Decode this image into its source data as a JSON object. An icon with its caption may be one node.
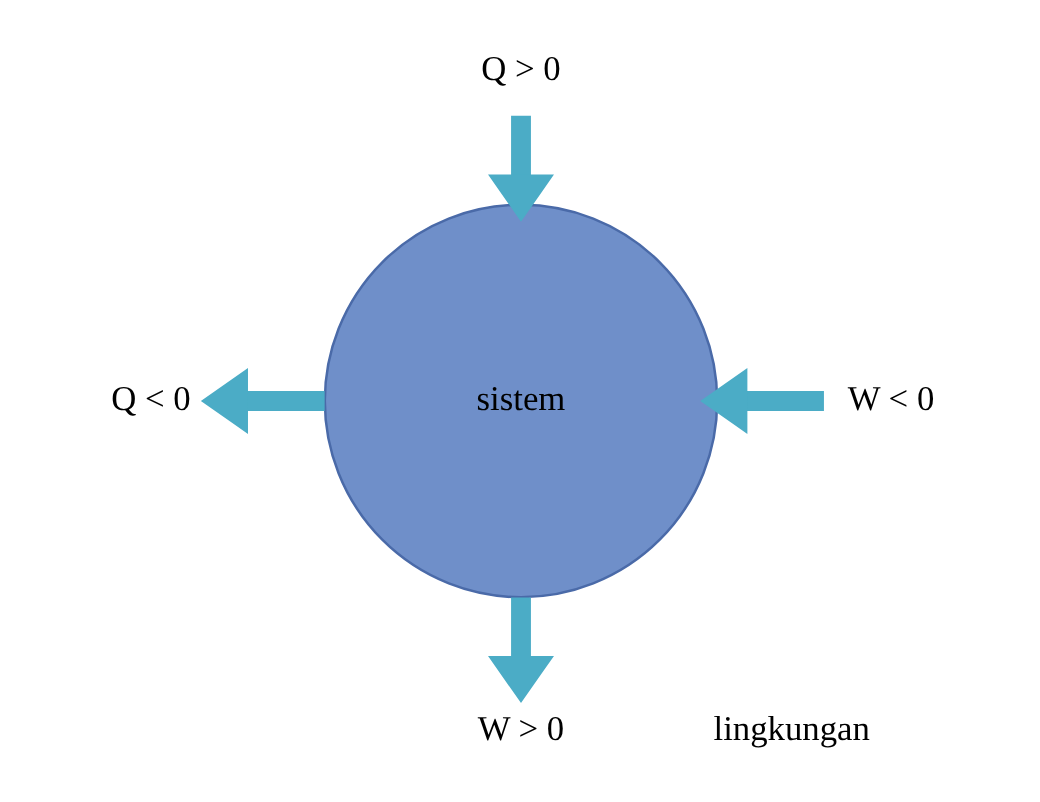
{
  "diagram": {
    "nodes": [
      {
        "text": [
          "Q > 0"
        ]
      },
      {
        "text": [
          "Q < 0"
        ]
      },
      {
        "text": [
          "sistem"
        ]
      },
      {
        "text": [
          "W < 0"
        ]
      },
      {
        "text": [
          "W > 0"
        ]
      }
    ],
    "edges": [
      {
        "from": 0,
        "to": 2,
        "arrow": "to"
      },
      {
        "from": 2,
        "to": 1,
        "arrow": "to"
      },
      {
        "from": 3,
        "to": 2,
        "arrow": "to"
      },
      {
        "from": 2,
        "to": 4,
        "arrow": "to"
      }
    ],
    "labels": [
      "lingkungan"
    ]
  }
}
